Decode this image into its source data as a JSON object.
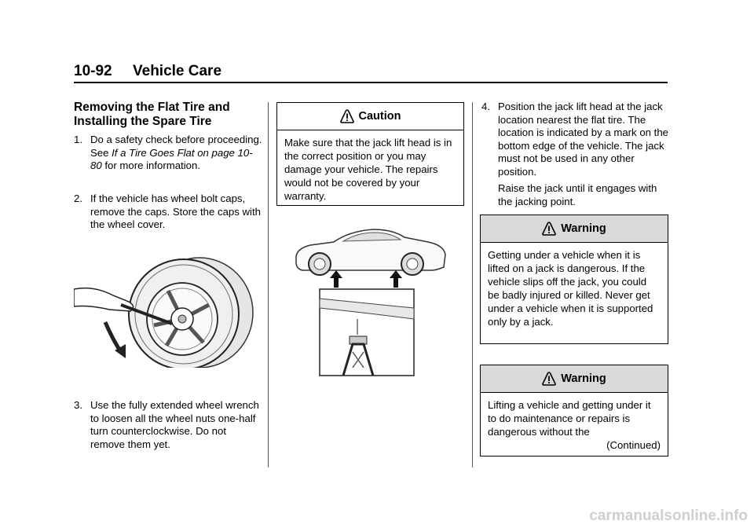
{
  "header": {
    "page_number": "10-92",
    "section": "Vehicle Care"
  },
  "col1": {
    "heading": "Removing the Flat Tire and Installing the Spare Tire",
    "steps": [
      {
        "num": "1.",
        "pre": "Do a safety check before proceeding. See ",
        "link": "If a Tire Goes Flat on page 10-80",
        "post": " for more information."
      },
      {
        "num": "2.",
        "text": "If the vehicle has wheel bolt caps, remove the caps. Store the caps with the wheel cover."
      },
      {
        "num": "3.",
        "text": "Use the fully extended wheel wrench to loosen all the wheel nuts one-half turn counterclockwise. Do not remove them yet."
      }
    ],
    "illustration_icon": "wheel-wrench-icon"
  },
  "col2": {
    "caution": {
      "title": "Caution",
      "body": "Make sure that the jack lift head is in the correct position or you may damage your vehicle. The repairs would not be covered by your warranty."
    },
    "illustration_icon": "car-jack-point-icon"
  },
  "col3": {
    "step4": {
      "num": "4.",
      "text": "Position the jack lift head at the jack location nearest the flat tire. The location is indicated by a mark on the bottom edge of the vehicle. The jack must not be used in any other position."
    },
    "step4_para": "Raise the jack until it engages with the jacking point.",
    "warning1": {
      "title": "Warning",
      "body": "Getting under a vehicle when it is lifted on a jack is dangerous. If the vehicle slips off the jack, you could be badly injured or killed. Never get under a vehicle when it is supported only by a jack."
    },
    "warning2": {
      "title": "Warning",
      "body": "Lifting a vehicle and getting under it to do maintenance or repairs is dangerous without the",
      "continued": "(Continued)"
    }
  },
  "footer": {
    "watermark": "carmanualsonline.info"
  },
  "colors": {
    "warning_header_bg": "#d9d9d9",
    "rule": "#000000",
    "watermark": "#cfcfcf"
  }
}
